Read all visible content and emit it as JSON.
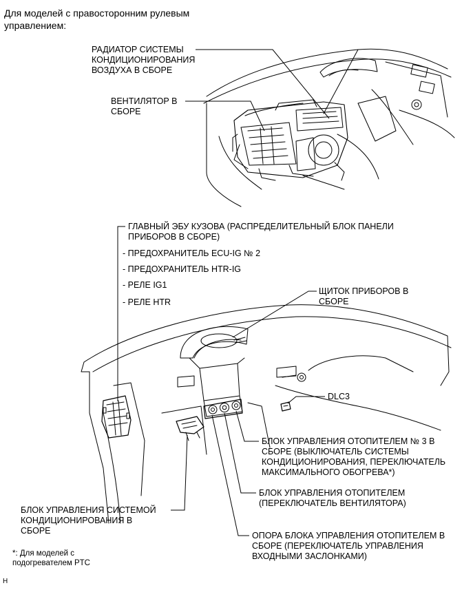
{
  "heading": "Для моделей с правосторонним рулевым\nуправлением:",
  "upper": {
    "radiator_label": "РАДИАТОР СИСТЕМЫ\nКОНДИЦИОНИРОВАНИЯ\nВОЗДУХА В СБОРЕ",
    "blower_label": "ВЕНТИЛЯТОР В\nСБОРЕ"
  },
  "lower": {
    "main_ecu_label": "ГЛАВНЫЙ ЭБУ КУЗОВА (РАСПРЕДЕЛИТЕЛЬНЫЙ БЛОК ПАНЕЛИ\nПРИБОРОВ В СБОРЕ)",
    "main_ecu_items": [
      "- ПРЕДОХРАНИТЕЛЬ ECU-IG № 2",
      "- ПРЕДОХРАНИТЕЛЬ HTR-IG",
      "- РЕЛЕ IG1",
      "- РЕЛЕ HTR"
    ],
    "meter_label": "ЩИТОК ПРИБОРОВ В\nСБОРЕ",
    "dlc3_label": "DLC3",
    "heater_control_3_label": "БЛОК УПРАВЛЕНИЯ ОТОПИТЕЛЕМ № 3 В\nСБОРЕ (ВЫКЛЮЧАТЕЛЬ СИСТЕМЫ\nКОНДИЦИОНИРОВАНИЯ, ПЕРЕКЛЮЧАТЕЛЬ\nМАКСИМАЛЬНОГО ОБОГРЕВА*)",
    "heater_control_label": "БЛОК УПРАВЛЕНИЯ ОТОПИТЕЛЕМ\n(ПЕРЕКЛЮЧАТЕЛЬ ВЕНТИЛЯТОРА)",
    "ac_control_label": "БЛОК УПРАВЛЕНИЯ СИСТЕМОЙ\nКОНДИЦИОНИРОВАНИЯ В\nСБОРЕ",
    "heater_base_label": "ОПОРА БЛОКА УПРАВЛЕНИЯ ОТОПИТЕЛЕМ В\nСБОРЕ (ПЕРЕКЛЮЧАТЕЛЬ УПРАВЛЕНИЯ\nВХОДНЫМИ ЗАСЛОНКАМИ)"
  },
  "footnote": "*: Для моделей с\nподогревателем PTC",
  "corner_mark": "H"
}
